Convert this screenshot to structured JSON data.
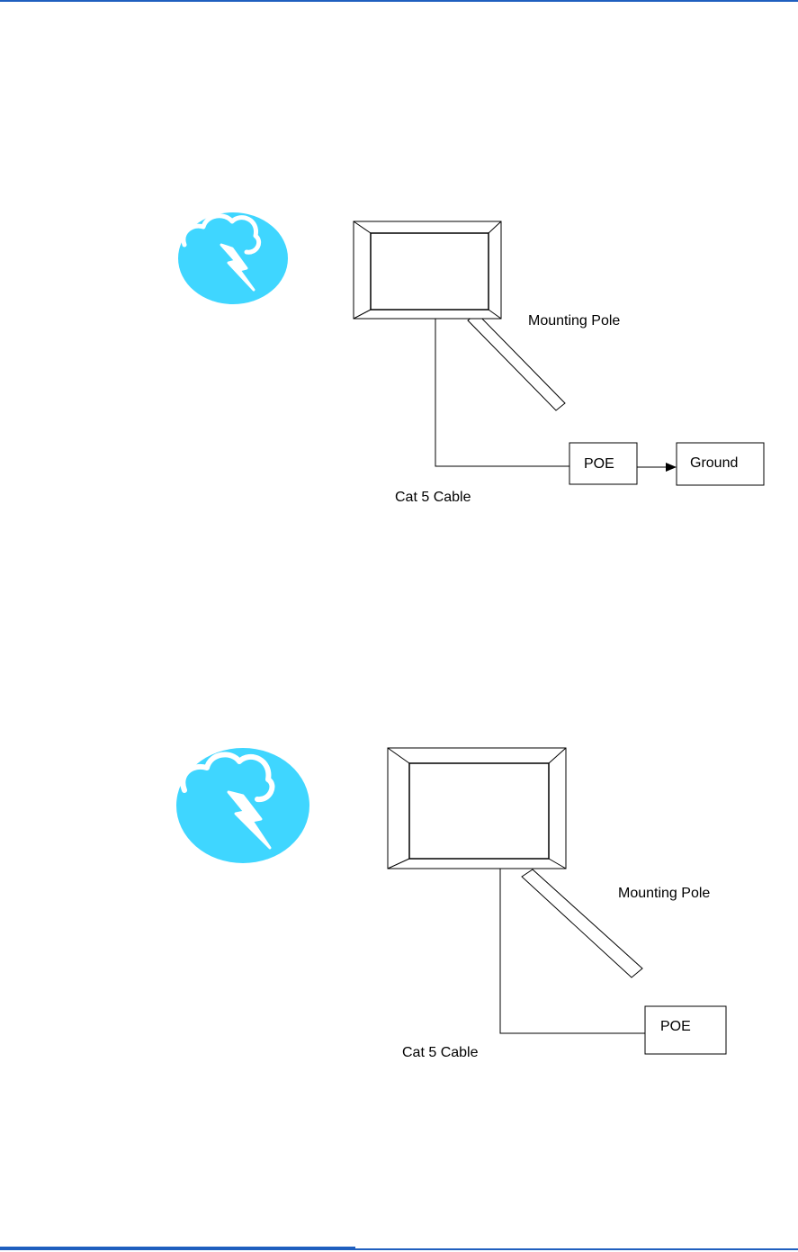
{
  "diagrams": [
    {
      "mounting_pole_label": "Mounting Pole",
      "cable_label": "Cat 5 Cable",
      "poe_label": "POE",
      "ground_label": "Ground"
    },
    {
      "mounting_pole_label": "Mounting Pole",
      "cable_label": "Cat 5 Cable",
      "poe_label": "POE"
    }
  ],
  "colors": {
    "rule": "#1f5fbf",
    "weather_icon_fill": "#3fd6ff"
  },
  "icons": [
    "lightning-storm-icon"
  ]
}
